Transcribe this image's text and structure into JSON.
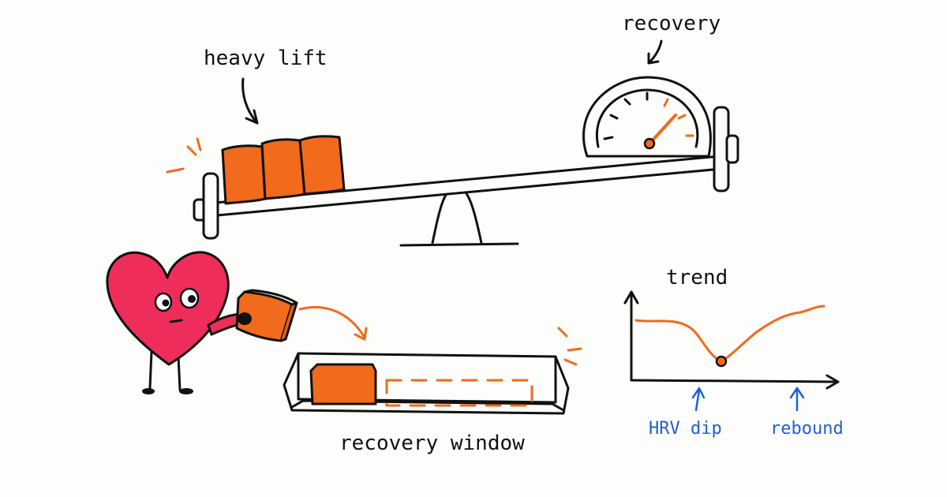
{
  "labels": {
    "heavy_lift": "heavy lift",
    "recovery": "recovery",
    "recovery_window": "recovery window",
    "trend": "trend",
    "hrv_dip": "HRV dip",
    "rebound": "rebound"
  },
  "colors": {
    "accent": "#f26a1b",
    "heart": "#ef2d5a",
    "ink": "#111111",
    "annotation": "#1f5fd6",
    "background": "#fdfdfb"
  }
}
